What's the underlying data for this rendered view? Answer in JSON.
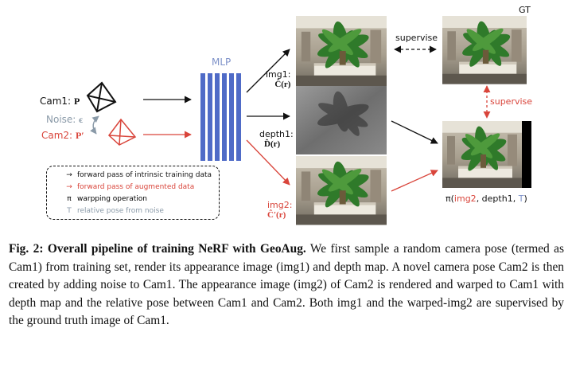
{
  "figure": {
    "mlp_label": "MLP",
    "gt_label": "GT",
    "cam1_label": "Cam1:",
    "cam1_symbol": "P",
    "noise_label": "Noise:",
    "noise_symbol": "ϵ",
    "cam2_label": "Cam2:",
    "cam2_symbol": "P′",
    "img1_label": "img1:",
    "img1_symbol": "Ĉ(r)",
    "depth1_label": "depth1:",
    "depth1_symbol": "D̂(r)",
    "img2_label": "img2:",
    "img2_symbol": "Ĉ′(r)",
    "supervise_top": "supervise",
    "supervise_right": "supervise",
    "warp_label_prefix": "π(",
    "warp_label_img2": "img2",
    "warp_label_mid": ", depth1, ",
    "warp_label_T": "T",
    "warp_label_suffix": ")",
    "legend": [
      {
        "mark": "→",
        "text": "forward pass of intrinsic training data"
      },
      {
        "mark": "→",
        "text": "forward pass of augmented data"
      },
      {
        "mark": "π",
        "text": "warpping operation"
      },
      {
        "mark": "T",
        "text": "relative pose from noise"
      }
    ],
    "colors": {
      "black": "#111111",
      "red": "#d9453b",
      "blue": "#4f6bc7",
      "gray": "#8a9aa8"
    }
  },
  "caption": {
    "label": "Fig. 2:",
    "title": "Overall pipeline of training NeRF with GeoAug.",
    "body": "We first sample a random camera pose (termed as Cam1) from training set, render its appearance image (img1) and depth map. A novel camera pose Cam2 is then created by adding noise to Cam1. The appearance image (img2) of Cam2 is rendered and warped to Cam1 with depth map and the relative pose between Cam1 and Cam2. Both img1 and the warped-img2 are supervised by the ground truth image of Cam1."
  }
}
